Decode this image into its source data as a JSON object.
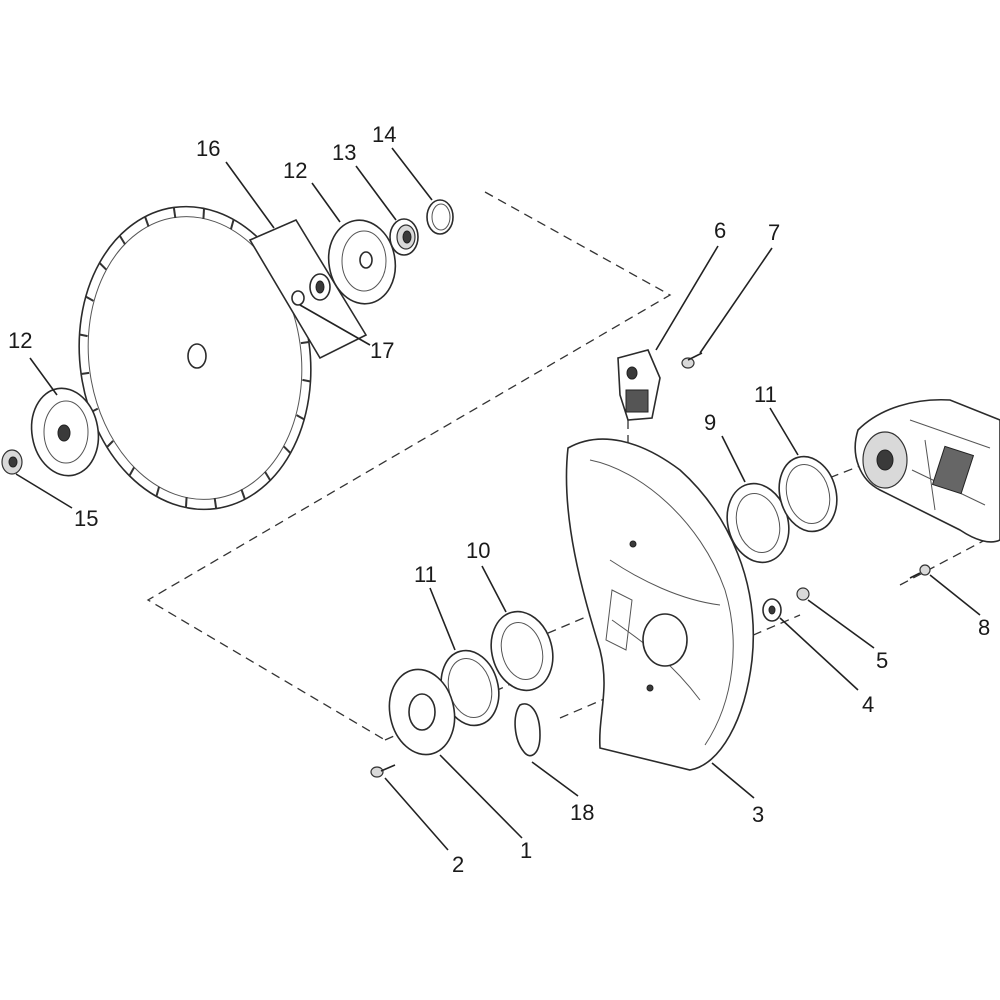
{
  "callouts": [
    {
      "id": "c1",
      "label": "1"
    },
    {
      "id": "c2",
      "label": "2"
    },
    {
      "id": "c3",
      "label": "3"
    },
    {
      "id": "c4",
      "label": "4"
    },
    {
      "id": "c5",
      "label": "5"
    },
    {
      "id": "c6",
      "label": "6"
    },
    {
      "id": "c7",
      "label": "7"
    },
    {
      "id": "c8",
      "label": "8"
    },
    {
      "id": "c9",
      "label": "9"
    },
    {
      "id": "c10",
      "label": "10"
    },
    {
      "id": "c11a",
      "label": "11"
    },
    {
      "id": "c11b",
      "label": "11"
    },
    {
      "id": "c12a",
      "label": "12"
    },
    {
      "id": "c12b",
      "label": "12"
    },
    {
      "id": "c13",
      "label": "13"
    },
    {
      "id": "c14",
      "label": "14"
    },
    {
      "id": "c15",
      "label": "15"
    },
    {
      "id": "c16",
      "label": "16"
    },
    {
      "id": "c17",
      "label": "17"
    },
    {
      "id": "c18",
      "label": "18"
    }
  ]
}
